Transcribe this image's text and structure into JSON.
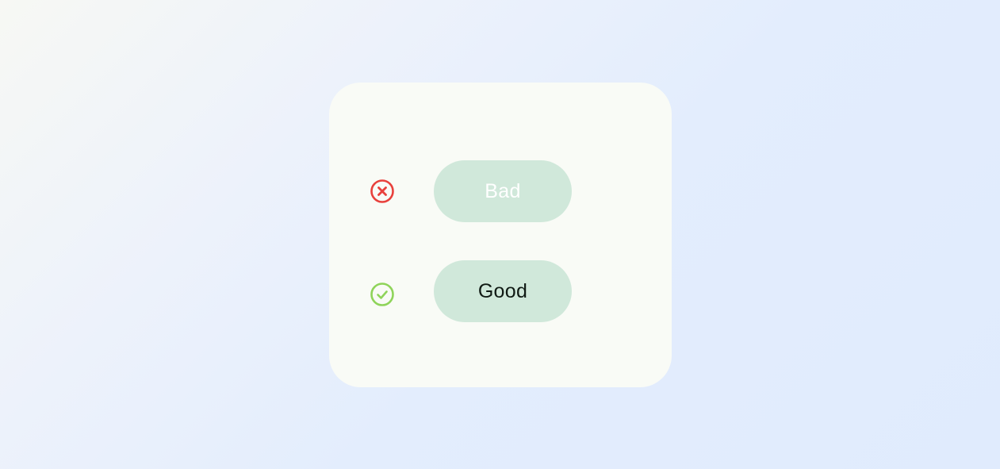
{
  "examples": [
    {
      "status": "bad",
      "status_icon": "error-circle-x-icon",
      "status_color": "#e8413c",
      "button_label": "Bad",
      "button_text_color": "#ffffff",
      "button_bg": "#d0e8da"
    },
    {
      "status": "good",
      "status_icon": "check-circle-icon",
      "status_color": "#8fd45a",
      "button_label": "Good",
      "button_text_color": "#101a14",
      "button_bg": "#d0e8da"
    }
  ],
  "colors": {
    "card_bg": "#f9fbf6",
    "page_bg_start": "#f7f8f4",
    "page_bg_end": "#e0ebfd"
  }
}
